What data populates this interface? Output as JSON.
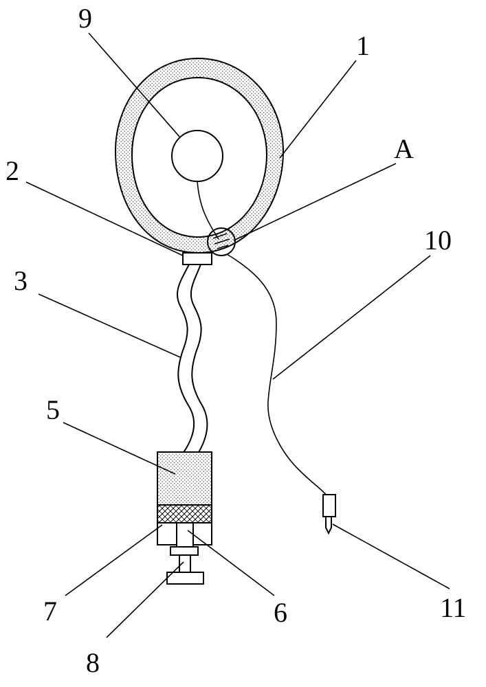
{
  "labels": {
    "l1": "1",
    "l2": "2",
    "l3": "3",
    "l5": "5",
    "l6": "6",
    "l7": "7",
    "l8": "8",
    "l9": "9",
    "l10": "10",
    "l11": "11",
    "lA": "A"
  }
}
